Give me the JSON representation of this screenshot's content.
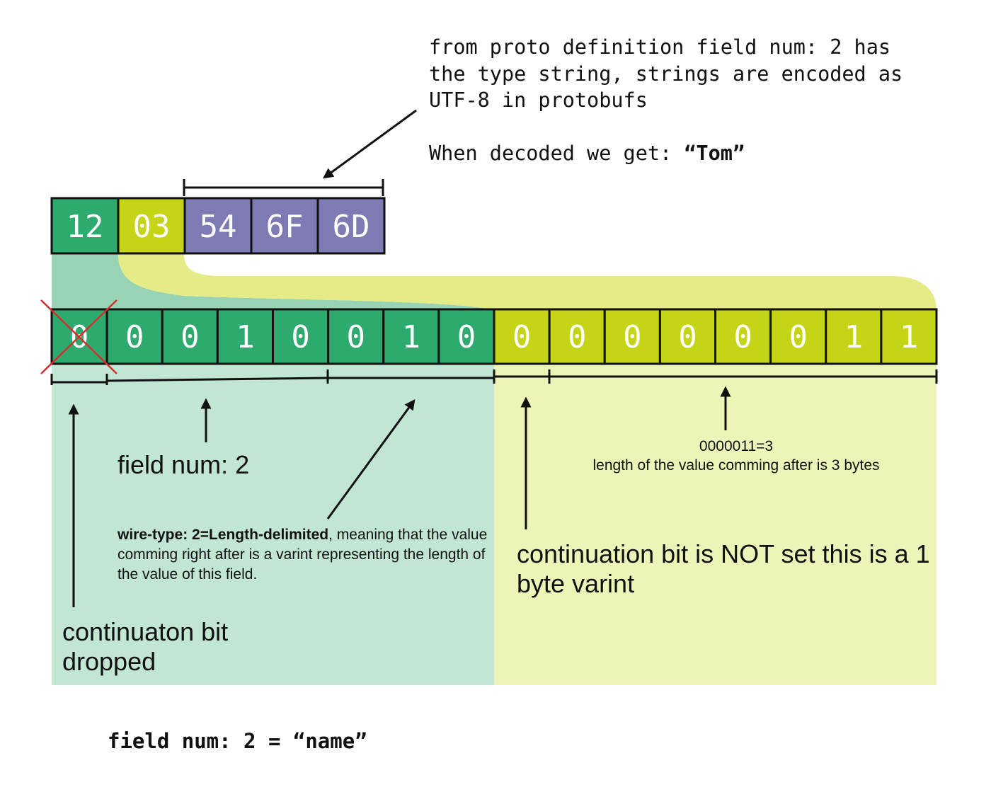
{
  "top_note": {
    "lines": [
      "from proto definition field num: 2 has",
      "the type string, strings are encoded as",
      "UTF-8 in protobufs"
    ],
    "decoded_prefix": "When decoded we get: ",
    "decoded_value": "“Tom”"
  },
  "bytes": [
    {
      "hex": "12",
      "role": "tag"
    },
    {
      "hex": "03",
      "role": "length"
    },
    {
      "hex": "54",
      "role": "value"
    },
    {
      "hex": "6F",
      "role": "value"
    },
    {
      "hex": "6D",
      "role": "value"
    }
  ],
  "bits": {
    "tag_byte": [
      "0",
      "0",
      "0",
      "1",
      "0",
      "0",
      "1",
      "0"
    ],
    "length_byte": [
      "0",
      "0",
      "0",
      "0",
      "0",
      "0",
      "1",
      "1"
    ]
  },
  "labels": {
    "field_num": "field num: 2",
    "wire_type_bold": "wire-type: 2=Length-delimited",
    "wire_type_rest": ", meaning that the value comming right after is a varint representing the length of the value of this field.",
    "continuation_dropped": "continuaton bit dropped",
    "length_calc": "0000011=3",
    "length_desc": "length of the value comming after is 3 bytes",
    "continuation_not_set": "continuation bit is NOT set this is a 1 byte varint"
  },
  "footer": "field num: 2 = “name”",
  "colors": {
    "green": "#2daa6e",
    "yellow": "#c5d417",
    "purple": "#7e7ab3",
    "green_light": "#c1e6d3",
    "yellow_light": "#eef3b8",
    "cross": "#d32f2f"
  }
}
